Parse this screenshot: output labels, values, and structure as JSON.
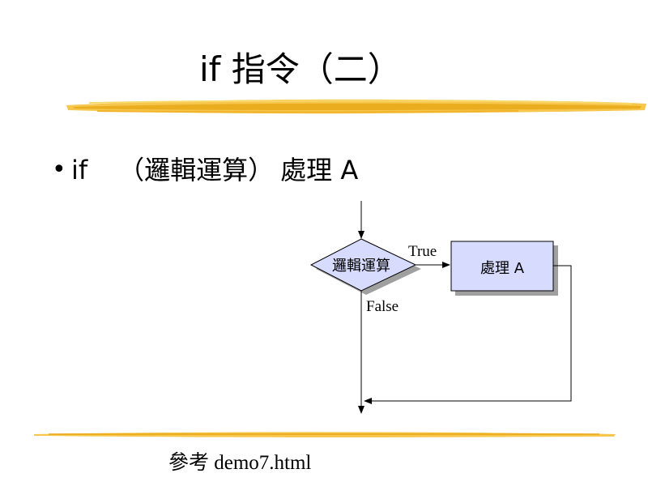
{
  "slide": {
    "title": "if 指令（二）",
    "bullet": {
      "keyword": "if",
      "condition": "（邏輯運算）",
      "action": "處理 A"
    },
    "footer": "參考 demo7.html"
  },
  "flowchart": {
    "decision_label": "邏輯運算",
    "process_label": "處理 A",
    "true_label": "True",
    "false_label": "False"
  },
  "colors": {
    "highlight_brush": "#f5c03a",
    "node_fill": "#d7dcff",
    "node_shadow": "#a0a0a0",
    "line": "#000000"
  }
}
